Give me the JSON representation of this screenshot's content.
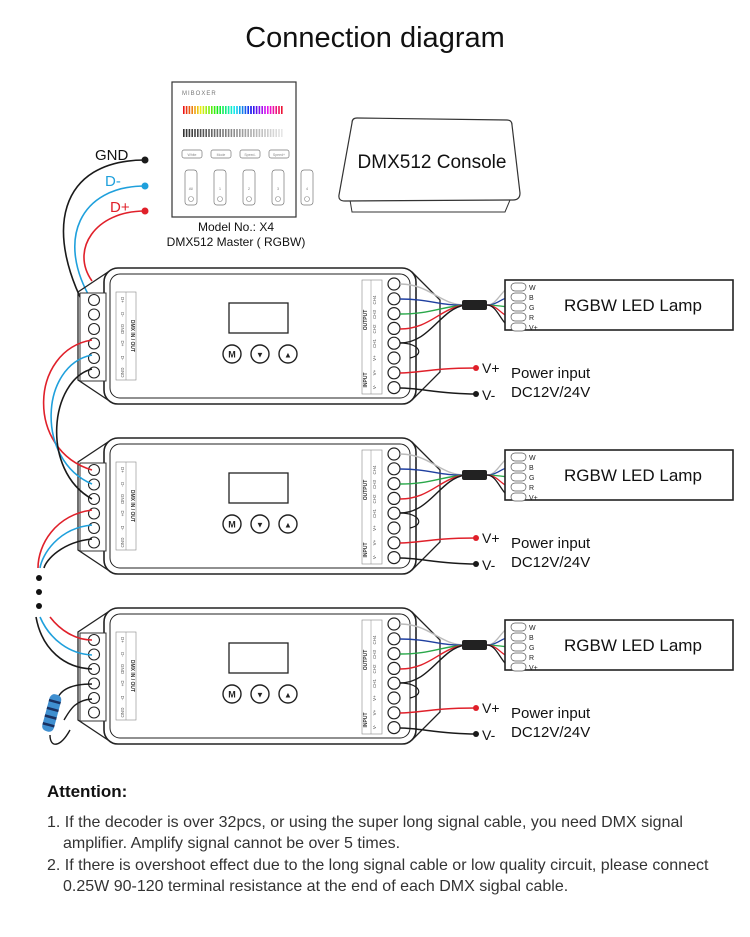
{
  "title": "Connection diagram",
  "master": {
    "brand": "MIBOXER",
    "buttons": [
      "White",
      "Mode",
      "Speed-",
      "Speed+"
    ],
    "zones": [
      "All",
      "1",
      "2",
      "3",
      "4"
    ],
    "model_label": "Model No.: X4",
    "desc_label": "DMX512 Master ( RGBW)"
  },
  "console": {
    "label": "DMX512 Console"
  },
  "bus_labels": {
    "gnd": "GND",
    "dminus": "D-",
    "dplus": "D+"
  },
  "wire_colors": {
    "black": "#1a1a1a",
    "blue": "#1fa0dc",
    "red": "#e0202a",
    "green": "#2aa84a",
    "navy": "#1f3fa0",
    "white": "#bbbbbb"
  },
  "decoder": {
    "dmx_header": "DMX IN / OUT",
    "dmx_pins": [
      "D+",
      "D-",
      "GND",
      "D+",
      "D-",
      "GND"
    ],
    "output_header": "OUTPUT",
    "output_pins": [
      "CH4",
      "CH3",
      "CH2",
      "CH1",
      "V+"
    ],
    "input_header": "INPUT",
    "input_pins": [
      "V+",
      "V-"
    ],
    "buttons": [
      "M",
      "▼",
      "▲"
    ]
  },
  "lamp": {
    "label": "RGBW LED Lamp",
    "pins": [
      "W",
      "B",
      "G",
      "R",
      "V+"
    ]
  },
  "power": {
    "vplus": "V+",
    "vminus": "V-",
    "line1": "Power input",
    "line2": "DC12V/24V"
  },
  "units": 3,
  "attention": {
    "title": "Attention:",
    "notes": [
      "1. If the decoder is over 32pcs, or using the super long signal cable, you need DMX signal amplifier. Amplify signal cannot be over 5 times.",
      "2. If there is overshoot effect due to the long signal cable or low quality circuit, please connect 0.25W 90-120  terminal resistance at the end of each DMX sigbal cable."
    ]
  }
}
